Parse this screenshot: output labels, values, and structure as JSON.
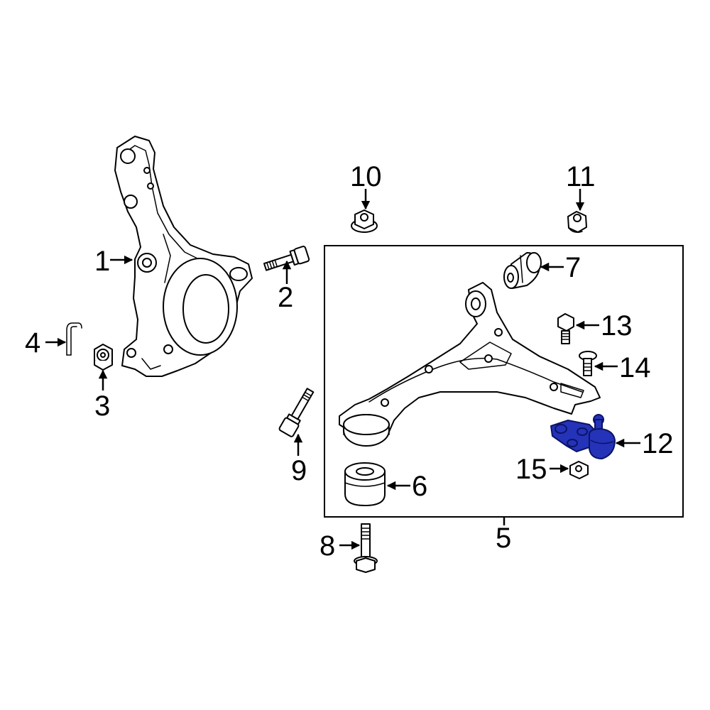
{
  "highlight_color": "#2433b8",
  "callouts": {
    "c1": "1",
    "c2": "2",
    "c3": "3",
    "c4": "4",
    "c5": "5",
    "c6": "6",
    "c7": "7",
    "c8": "8",
    "c9": "9",
    "c10": "10",
    "c11": "11",
    "c12": "12",
    "c13": "13",
    "c14": "14",
    "c15": "15"
  }
}
